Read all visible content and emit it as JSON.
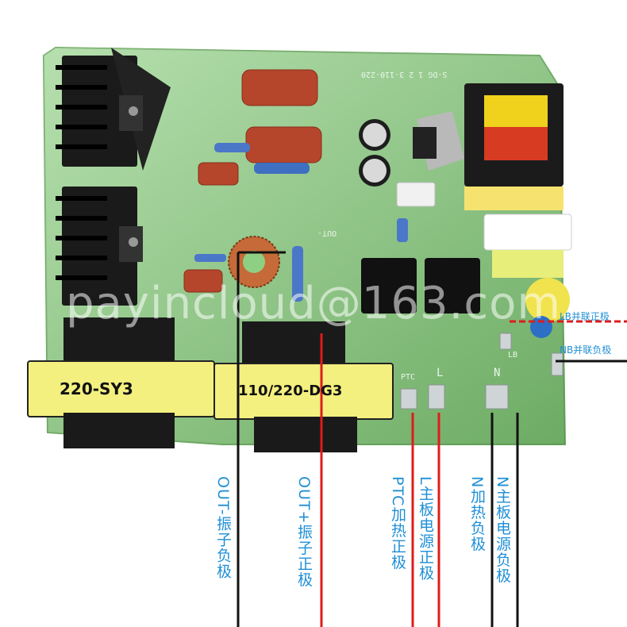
{
  "transformers": {
    "left_label": "220-SY3",
    "center_label": "110/220-DG3"
  },
  "board_silkscreen": {
    "top_right": "S-DG 1 2 3-110-220",
    "lb": "LB",
    "n": "N",
    "l": "L",
    "ptc": "PTC",
    "out": "OUT-"
  },
  "watermark": "payincloud@163.com",
  "wire_labels": {
    "out_minus": "OUT-振子负极",
    "out_plus": "OUT+振子正极",
    "ptc": "PTC加热正极",
    "l_main": "L主板电源正极",
    "n_heat": "N加热负极",
    "n_main": "N主板电源负极",
    "lb": "LB并联正极",
    "nb": "NB并联负极"
  },
  "colors": {
    "board_green": "#8fcf83",
    "wire_red": "#e01b1b",
    "wire_black": "#111111",
    "label_blue": "#1f8fd6"
  }
}
